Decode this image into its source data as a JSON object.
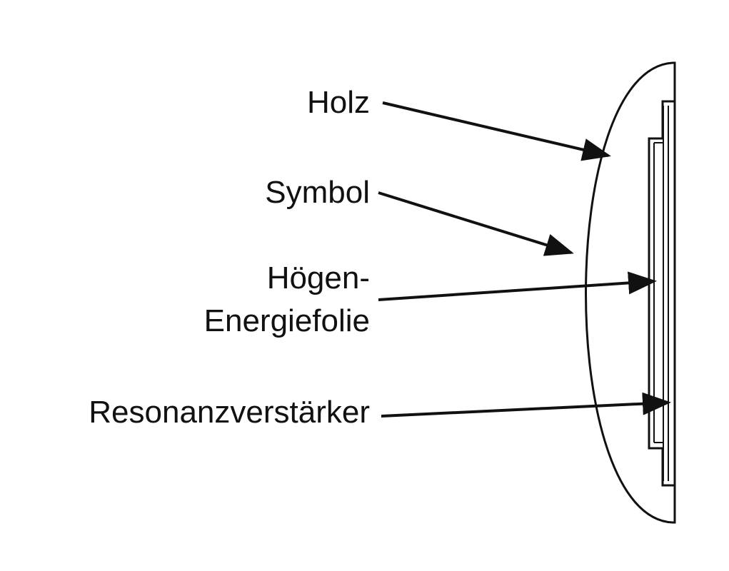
{
  "labels": {
    "holz": "Holz",
    "symbol": "Symbol",
    "folie_line1": "Högen-",
    "folie_line2": "Energiefolie",
    "resonanz": "Resonanzverstärker"
  },
  "colors": {
    "stroke": "#111111",
    "background": "#ffffff"
  }
}
